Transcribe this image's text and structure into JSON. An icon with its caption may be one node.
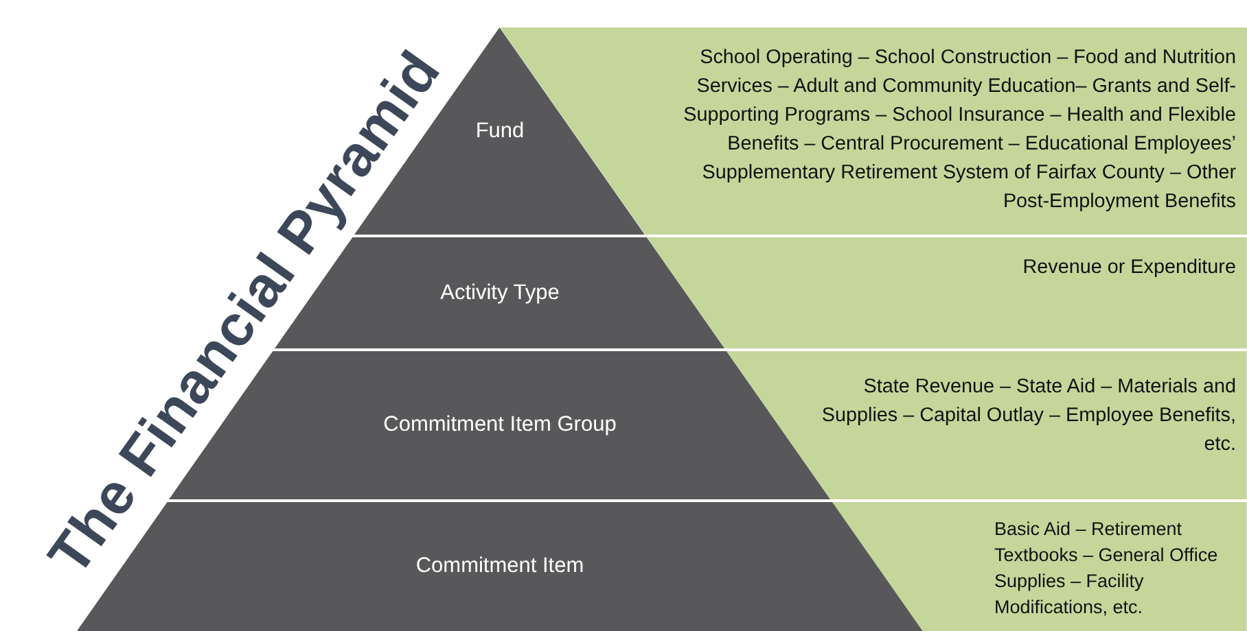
{
  "diagram": {
    "title": "The Financial Pyramid",
    "nodes": [
      {
        "text": [
          "Fund"
        ]
      },
      {
        "text": [
          "Activity Type"
        ]
      },
      {
        "text": [
          "Commitment Item Group"
        ]
      },
      {
        "text": [
          "Commitment Item"
        ]
      },
      {
        "text": [
          "School Operating – School Construction – Food and Nutrition Services – Adult and Community Education– Grants and Self-Supporting Programs – School Insurance – Health and Flexible Benefits – Central Procurement – Educational Employees’ Supplementary Retirement System of Fairfax County – Other Post-Employment Benefits"
        ]
      },
      {
        "text": [
          "Revenue or Expenditure"
        ]
      },
      {
        "text": [
          "State Revenue – State Aid – Materials and Supplies – Capital Outlay – Employee Benefits, etc."
        ]
      },
      {
        "text": [
          "Basic Aid – Retirement Textbooks – General Office Supplies – Facility Modifications, etc."
        ]
      }
    ]
  }
}
